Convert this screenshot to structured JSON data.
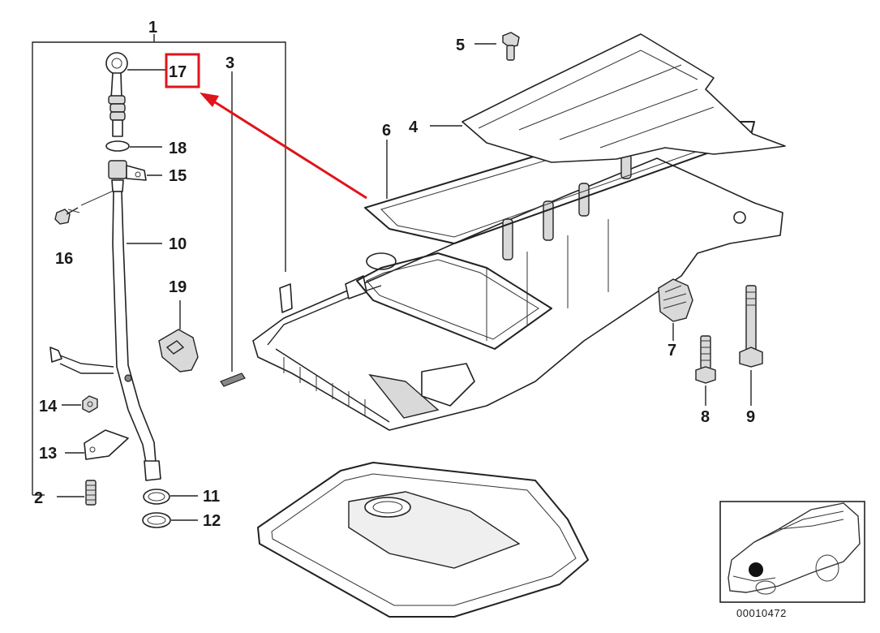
{
  "diagram": {
    "callouts": [
      {
        "id": "c1",
        "text": "1"
      },
      {
        "id": "c2",
        "text": "2"
      },
      {
        "id": "c3",
        "text": "3"
      },
      {
        "id": "c4",
        "text": "4"
      },
      {
        "id": "c5",
        "text": "5"
      },
      {
        "id": "c6",
        "text": "6"
      },
      {
        "id": "c7",
        "text": "7"
      },
      {
        "id": "c8",
        "text": "8"
      },
      {
        "id": "c9",
        "text": "9"
      },
      {
        "id": "c10",
        "text": "10"
      },
      {
        "id": "c11",
        "text": "11"
      },
      {
        "id": "c12",
        "text": "12"
      },
      {
        "id": "c13",
        "text": "13"
      },
      {
        "id": "c14",
        "text": "14"
      },
      {
        "id": "c15",
        "text": "15"
      },
      {
        "id": "c16",
        "text": "16"
      },
      {
        "id": "c17",
        "text": "17"
      },
      {
        "id": "c18",
        "text": "18"
      },
      {
        "id": "c19",
        "text": "19"
      }
    ],
    "highlight": {
      "part": "17",
      "color": "#e0141b"
    },
    "diagram_code": "00010472"
  }
}
